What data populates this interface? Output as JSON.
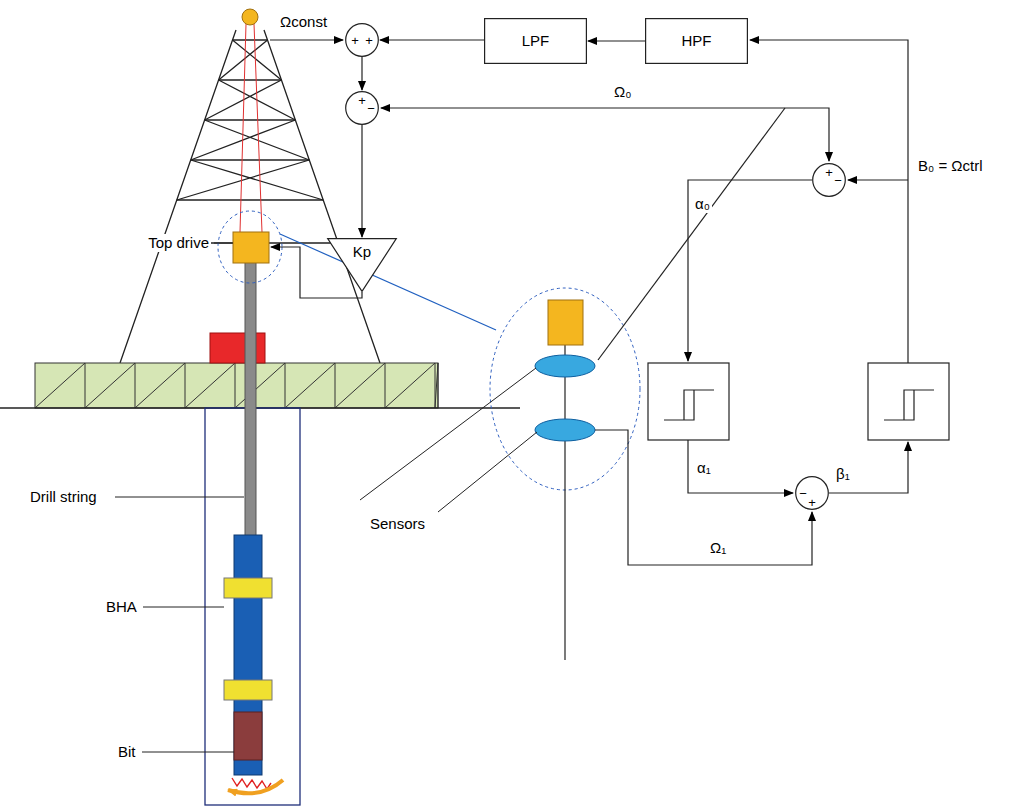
{
  "diagram": {
    "nodes": [
      {
        "text": [
          "+",
          "+"
        ]
      },
      {
        "text": [
          "LPF"
        ]
      },
      {
        "text": [
          "HPF"
        ]
      },
      {
        "text": [
          "+",
          "−"
        ]
      },
      {
        "text": [
          "Kp"
        ]
      },
      {
        "text": [
          "+",
          "−"
        ]
      },
      {
        "text": [
          "−",
          "+"
        ]
      }
    ],
    "edges": [
      {
        "from": 2,
        "to": 1,
        "arrow": "to"
      },
      {
        "from": 1,
        "to": 0,
        "arrow": "to"
      },
      {
        "from": 0,
        "to": 3,
        "arrow": "to"
      },
      {
        "from": 3,
        "to": 4,
        "arrow": "to"
      }
    ],
    "labels": [
      "Ωconst",
      "Ω₀",
      "B₀ = Ωctrl",
      "α₀",
      "α₁",
      "β₁",
      "Ω₁",
      "Top drive",
      "Drill string",
      "BHA",
      "Bit",
      "Sensors"
    ]
  }
}
